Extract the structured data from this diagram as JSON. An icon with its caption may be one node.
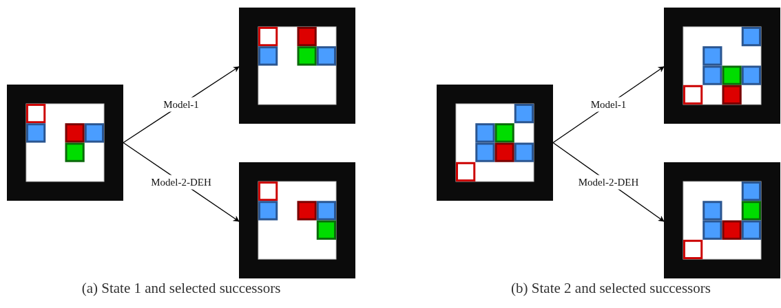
{
  "diagram": {
    "nodes": [
      {
        "text": [],
        "shape": "picture"
      },
      {
        "text": [],
        "shape": "picture"
      },
      {
        "text": [],
        "shape": "picture"
      },
      {
        "text": [],
        "shape": "picture"
      },
      {
        "text": [],
        "shape": "picture"
      },
      {
        "text": [],
        "shape": "picture"
      }
    ],
    "edges": [
      {
        "from": 0,
        "to": 1,
        "arrow": "to",
        "label": "Model-1"
      },
      {
        "from": 0,
        "to": 2,
        "arrow": "to",
        "label": "Model-2-DEH"
      },
      {
        "from": 3,
        "to": 4,
        "arrow": "to",
        "label": "Model-1"
      },
      {
        "from": 3,
        "to": 5,
        "arrow": "to",
        "label": "Model-2-DEH"
      }
    ],
    "labels": [
      "(a) State 1 and selected successors",
      "(b) State 2 and selected successors"
    ]
  }
}
